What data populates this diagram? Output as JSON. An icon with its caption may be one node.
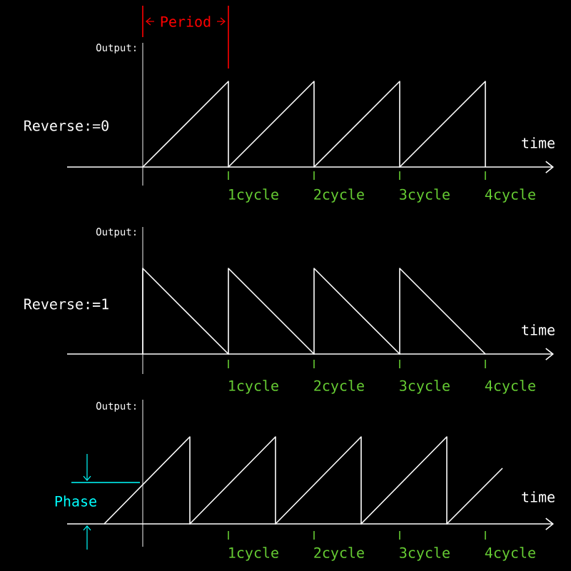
{
  "diagram": {
    "labels": [
      "Period",
      "Output:",
      "Reverse:=0",
      "time",
      "1cycle",
      "2cycle",
      "3cycle",
      "4cycle",
      "Output:",
      "Reverse:=1",
      "time",
      "1cycle",
      "2cycle",
      "3cycle",
      "4cycle",
      "Output:",
      "Phase",
      "time",
      "1cycle",
      "2cycle",
      "3cycle",
      "4cycle"
    ]
  }
}
